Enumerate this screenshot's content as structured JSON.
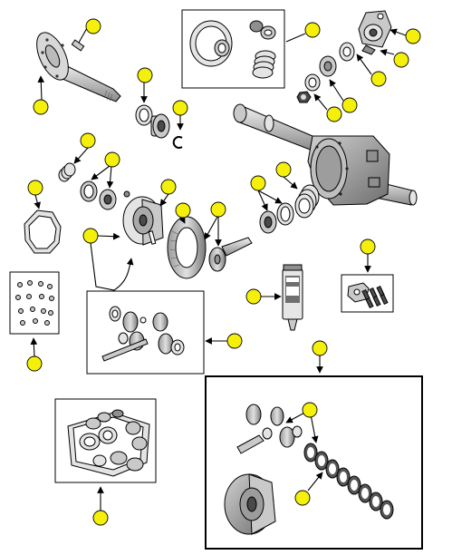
{
  "diagram": {
    "callout_color": "#f5f00a",
    "outline_color": "#000000",
    "part_fill_light": "#e4e4e4",
    "part_fill_mid": "#c9c9c9",
    "part_fill_dark": "#8f8f8f",
    "callout_count": 28,
    "kit_boxes": [
      "gasket-seal-kit",
      "hardware-bolts",
      "anchor-brackets",
      "spider-gear-set",
      "overhaul-kit",
      "limited-slip-kit"
    ],
    "components": [
      "axle-shaft",
      "axle-key",
      "axle-seal",
      "axle-bearing",
      "axle-retainer-clip",
      "pinion-yoke",
      "pinion-seal",
      "pinion-nut",
      "axle-housing",
      "pinion-shaft",
      "pinion-bearings",
      "crush-sleeve",
      "carrier-bearings",
      "carrier-shims",
      "cover-gasket",
      "differential-carrier",
      "ring-and-pinion",
      "rtv-sealant",
      "brake-anchor-bracket",
      "spider-gears",
      "side-gear",
      "clutch-plates",
      "posi-carrier"
    ]
  }
}
